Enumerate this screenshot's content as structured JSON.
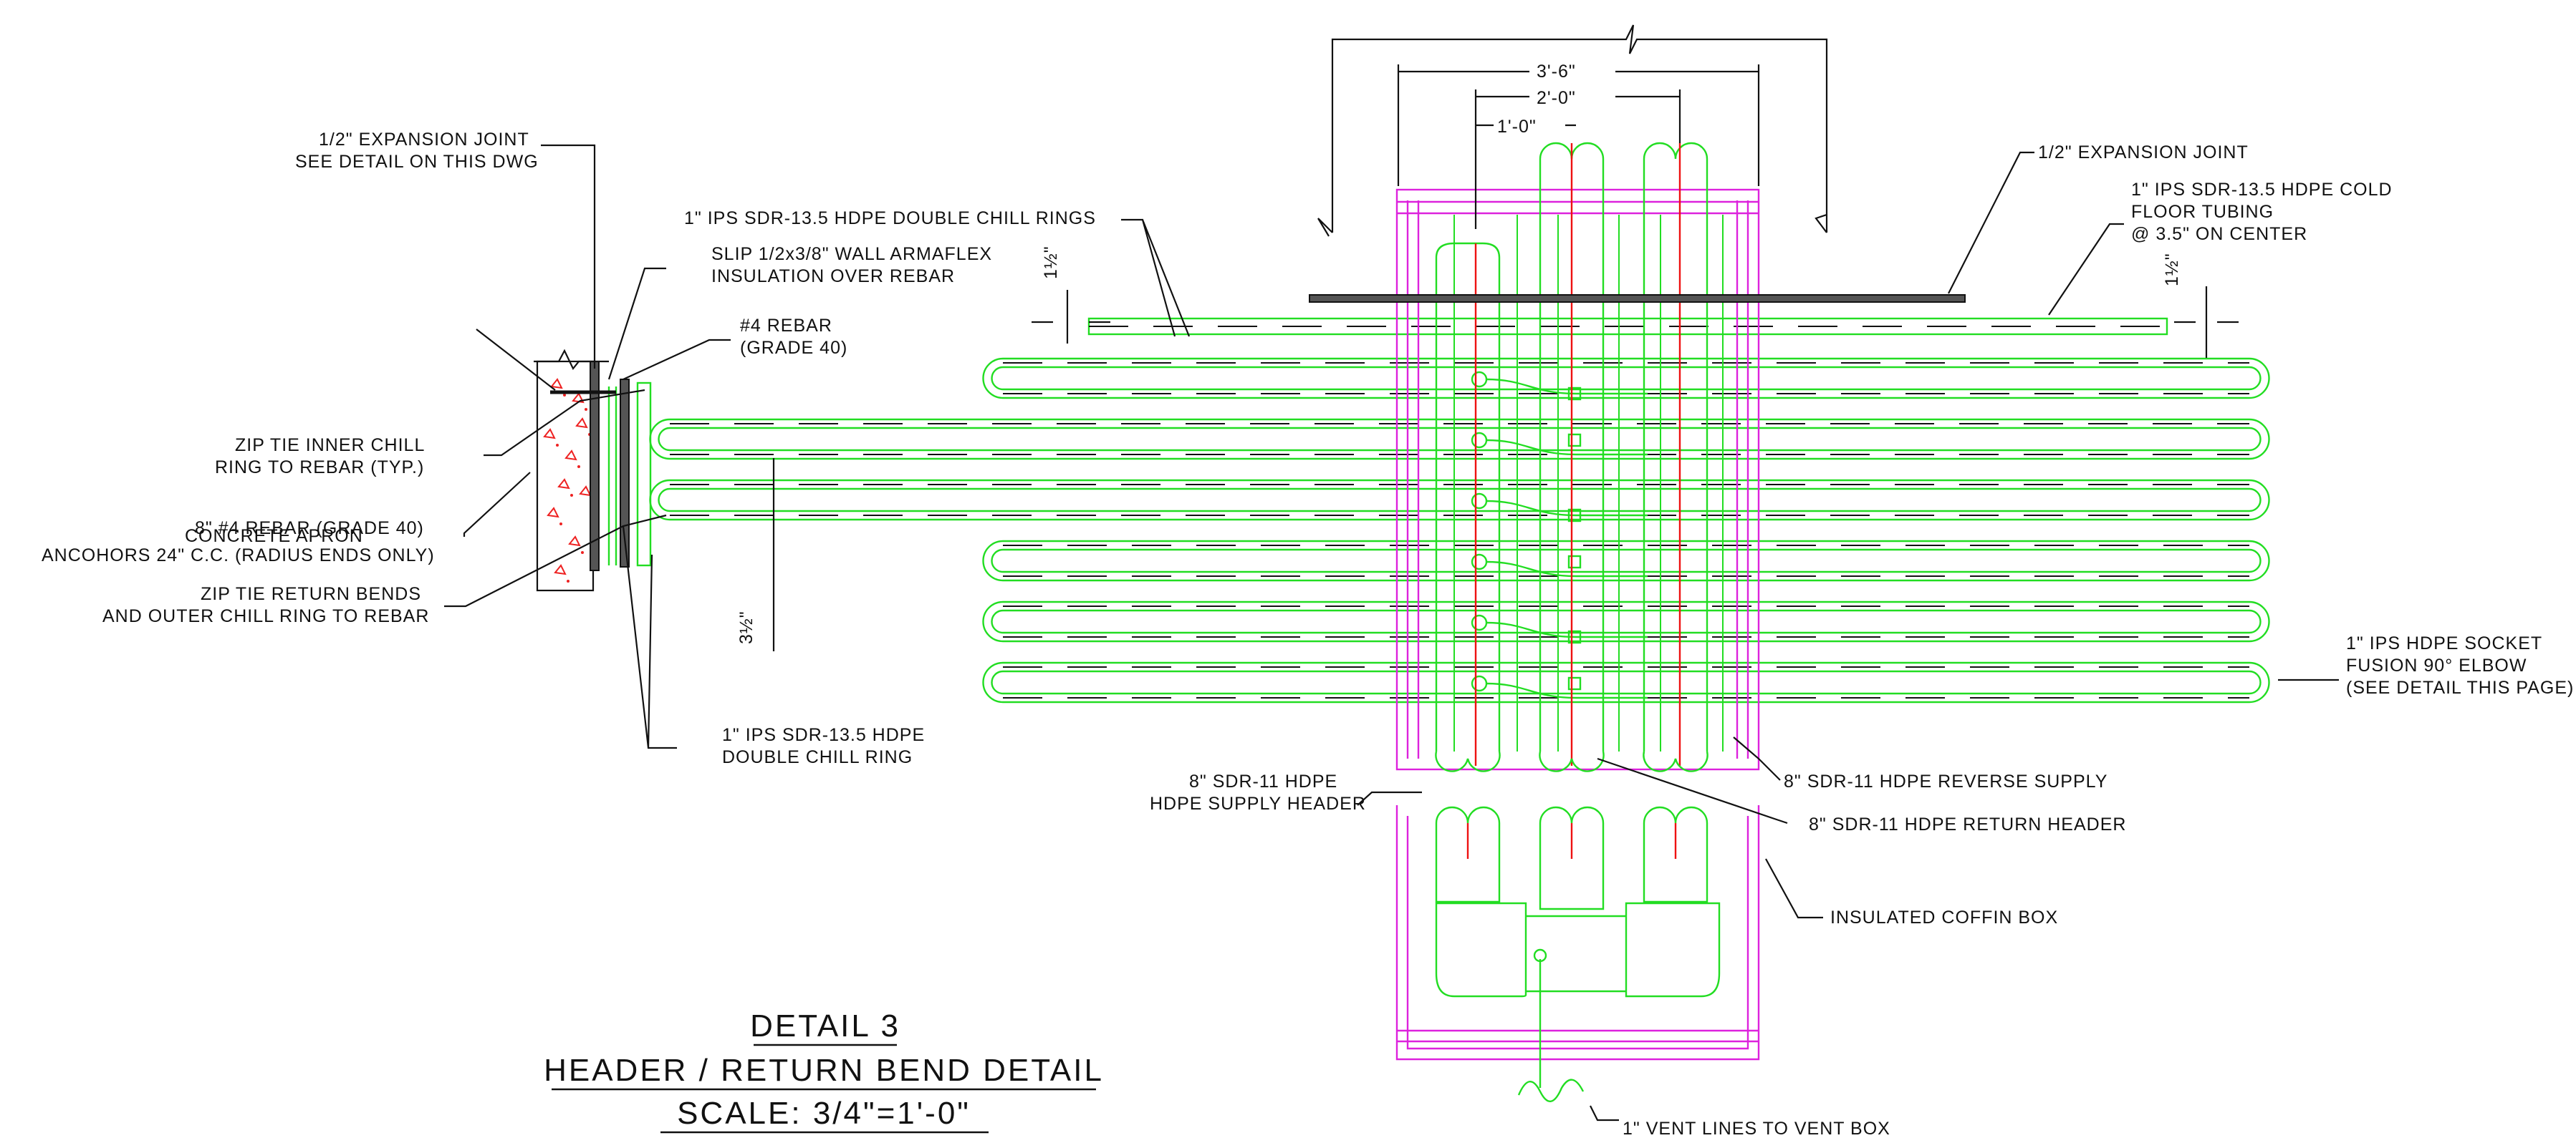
{
  "colors": {
    "tubing": "#22dd22",
    "coffin_box": "#dd22dd",
    "centerline": "#ee1111",
    "linework": "#111111",
    "concrete_hatch": "#ee2222"
  },
  "dimensions": {
    "d1": "3'-6\"",
    "d2": "2'-0\"",
    "d3": "1'-0\"",
    "spacing_top_left": "1½\"",
    "spacing_top_right": "1½\"",
    "spacing_left": "3½\""
  },
  "labels": {
    "expansion_joint_left_1": "1/2\" EXPANSION JOINT",
    "expansion_joint_left_2": "SEE DETAIL ON THIS DWG",
    "double_chill_rings": "1\" IPS SDR-13.5 HDPE DOUBLE CHILL RINGS",
    "armaflex_1": "SLIP 1/2x3/8\" WALL ARMAFLEX",
    "armaflex_2": "INSULATION OVER REBAR",
    "rebar_1": "#4 REBAR",
    "rebar_2": "(GRADE 40)",
    "zip_inner_1": "ZIP TIE INNER CHILL",
    "zip_inner_2": "RING TO REBAR (TYP.)",
    "rebar_anchor_1": "8\" #4 REBAR (GRADE 40)",
    "concrete_apron": "CONCRETE APRON",
    "rebar_anchor_2": "ANCOHORS 24\" C.C. (RADIUS ENDS ONLY)",
    "zip_return_1": "ZIP TIE RETURN BENDS",
    "zip_return_2": "AND OUTER CHILL RING TO REBAR",
    "double_chill_ring_1": "1\" IPS SDR-13.5 HDPE",
    "double_chill_ring_2": "DOUBLE CHILL RING",
    "supply_header_1": "8\" SDR-11 HDPE",
    "supply_header_2": "HDPE SUPPLY HEADER",
    "reverse_supply": "8\" SDR-11 HDPE REVERSE SUPPLY",
    "return_header": "8\" SDR-11 HDPE RETURN HEADER",
    "coffin_box": "INSULATED COFFIN BOX",
    "vent_lines": "1\" VENT LINES TO VENT BOX",
    "expansion_joint_right": "1/2\" EXPANSION JOINT",
    "cold_floor_1": "1\" IPS SDR-13.5 HDPE COLD",
    "cold_floor_2": "FLOOR TUBING",
    "cold_floor_3": "@ 3.5\" ON CENTER",
    "elbow_1": "1\" IPS HDPE SOCKET",
    "elbow_2": "FUSION 90° ELBOW",
    "elbow_3": "(SEE DETAIL THIS PAGE)"
  },
  "title": {
    "line1": "DETAIL 3",
    "line2": "HEADER / RETURN BEND DETAIL",
    "line3": "SCALE: 3/4\"=1'-0\""
  }
}
